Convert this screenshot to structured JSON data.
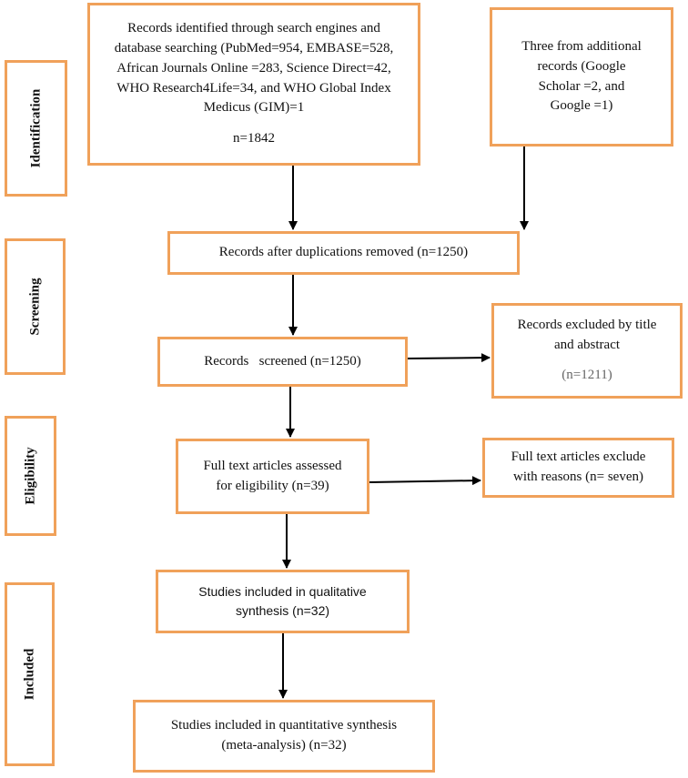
{
  "stages": {
    "identification": "Identification",
    "screening": "Screening",
    "eligibility": "Eligibility",
    "included": "Included"
  },
  "boxes": {
    "identified": {
      "lines": [
        "Records identified through search engines and",
        "database searching (PubMed=954, EMBASE=528,",
        "African Journals Online =283, Science Direct=42,",
        "WHO Research4Life=34, and WHO Global Index",
        "Medicus (GIM)=1"
      ],
      "count": "n=1842"
    },
    "additional": {
      "lines": [
        "Three from additional",
        "records (Google",
        "Scholar =2, and",
        "Google =1)"
      ]
    },
    "duplicates_removed": {
      "text": "Records after duplications removed (n=1250)"
    },
    "screened": {
      "text": "Records   screened (n=1250)"
    },
    "excluded_title": {
      "lines": [
        "Records excluded by title",
        "and abstract"
      ],
      "count": "(n=1211)"
    },
    "fulltext": {
      "lines": [
        "Full text articles assessed",
        "for eligibility (n=39)"
      ]
    },
    "fulltext_excluded": {
      "lines": [
        "Full text articles exclude",
        "with reasons (n= seven)"
      ]
    },
    "qualitative": {
      "lines": [
        "Studies included in qualitative",
        "synthesis (n=32)"
      ]
    },
    "quantitative": {
      "lines": [
        "Studies included in quantitative synthesis",
        "(meta-analysis) (n=32)"
      ]
    }
  }
}
